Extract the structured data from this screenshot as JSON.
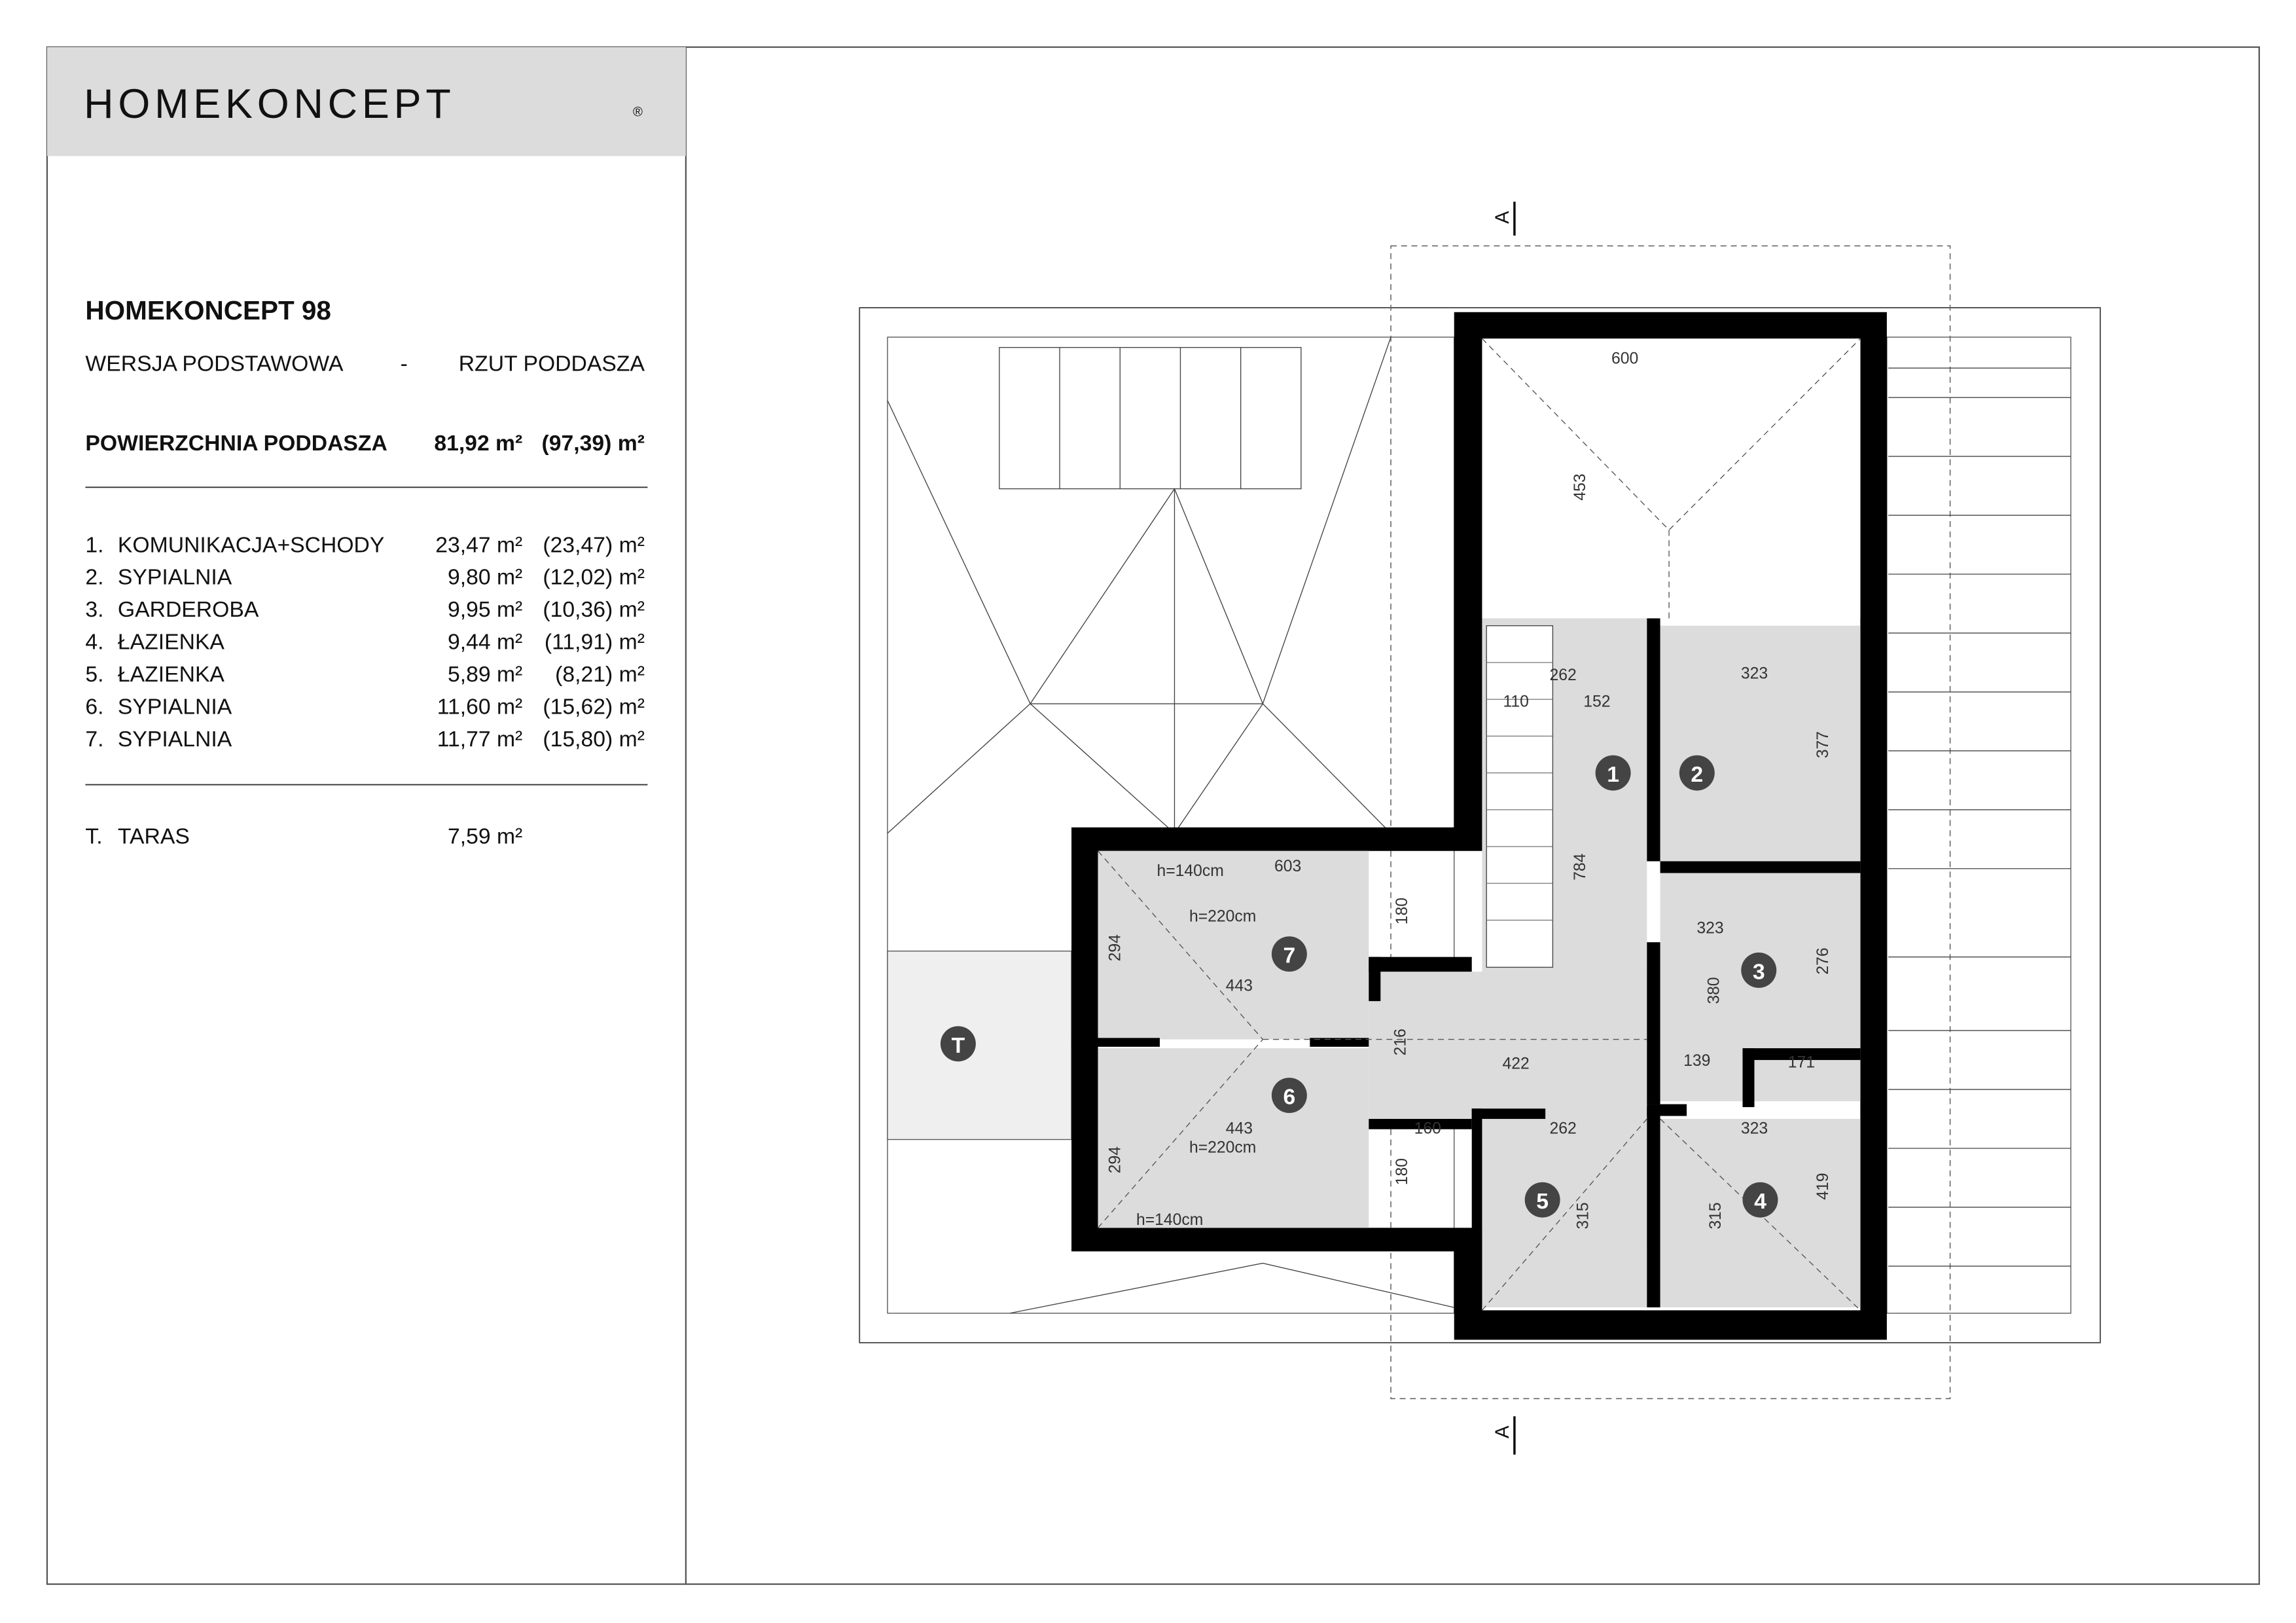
{
  "logo": {
    "text": "HOMEKONCEPT",
    "mark": "®"
  },
  "info": {
    "title": "HOMEKONCEPT 98",
    "version": "WERSJA  PODSTAWOWA",
    "dash": "-",
    "view": "RZUT PODDASZA",
    "area_label": "POWIERZCHNIA PODDASZA",
    "area_value": "81,92 m²",
    "area_total": "(97,39) m²"
  },
  "rooms": [
    {
      "no": "1.",
      "name": "KOMUNIKACJA+SCHODY",
      "area": "23,47 m²",
      "total": "(23,47) m²"
    },
    {
      "no": "2.",
      "name": "SYPIALNIA",
      "area": "9,80 m²",
      "total": "(12,02) m²"
    },
    {
      "no": "3.",
      "name": "GARDEROBA",
      "area": "9,95 m²",
      "total": "(10,36) m²"
    },
    {
      "no": "4.",
      "name": "ŁAZIENKA",
      "area": "9,44 m²",
      "total": "(11,91) m²"
    },
    {
      "no": "5.",
      "name": "ŁAZIENKA",
      "area": "5,89 m²",
      "total": "(8,21) m²"
    },
    {
      "no": "6.",
      "name": "SYPIALNIA",
      "area": "11,60 m²",
      "total": "(15,62) m²"
    },
    {
      "no": "7.",
      "name": "SYPIALNIA",
      "area": "11,77 m²",
      "total": "(15,80) m²"
    }
  ],
  "terrace": {
    "no": "T.",
    "name": "TARAS",
    "area": "7,59 m²"
  },
  "plan": {
    "section": "A",
    "markers": [
      "1",
      "2",
      "3",
      "4",
      "5",
      "6",
      "7",
      "T"
    ],
    "dims": [
      "600",
      "453",
      "262",
      "152",
      "110",
      "323",
      "377",
      "784",
      "323",
      "276",
      "380",
      "139",
      "171",
      "422",
      "216",
      "443",
      "443",
      "294",
      "294",
      "180",
      "180",
      "603",
      "160",
      "262",
      "323",
      "419",
      "315",
      "315",
      "h=140cm",
      "h=220cm",
      "h=220cm",
      "h=140cm"
    ]
  }
}
